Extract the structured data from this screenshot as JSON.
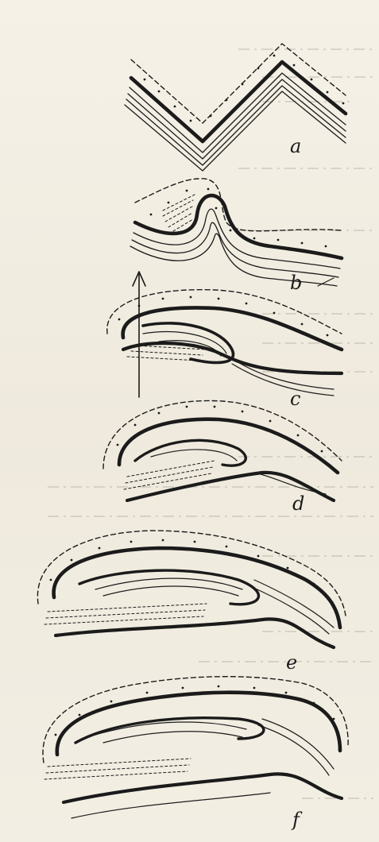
{
  "figure": {
    "panels": [
      {
        "id": "a",
        "label": "a"
      },
      {
        "id": "b",
        "label": "b"
      },
      {
        "id": "c",
        "label": "c"
      },
      {
        "id": "d",
        "label": "d"
      },
      {
        "id": "e",
        "label": "e"
      },
      {
        "id": "f",
        "label": "f"
      }
    ]
  },
  "colors": {
    "ink": "#1b1b1b",
    "paper": "#f3efe4",
    "show_through": "#b9b2a6"
  }
}
